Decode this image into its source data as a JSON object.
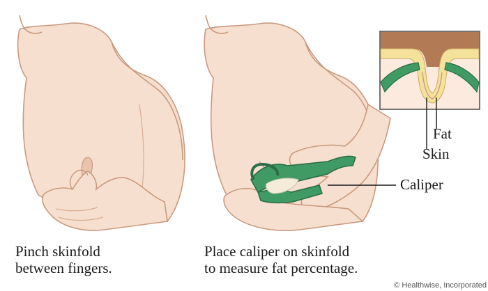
{
  "panels": {
    "left": {
      "caption_lines": [
        "Pinch skinfold",
        "between fingers."
      ]
    },
    "right": {
      "caption_lines": [
        "Place caliper on skinfold",
        "to measure fat percentage."
      ]
    }
  },
  "callouts": {
    "fat": "Fat",
    "skin": "Skin",
    "caliper": "Caliper"
  },
  "credit": "© Healthwise, Incorporated",
  "colors": {
    "skin_tone": "#f6dfcf",
    "skin_shadow": "#e9c4ab",
    "outline": "#c99a7f",
    "caliper_green": "#3f9a63",
    "caliper_dark": "#2a6e46",
    "fat_yellow": "#f5e29a",
    "tissue_brown": "#b37b55",
    "background": "#ffffff"
  }
}
